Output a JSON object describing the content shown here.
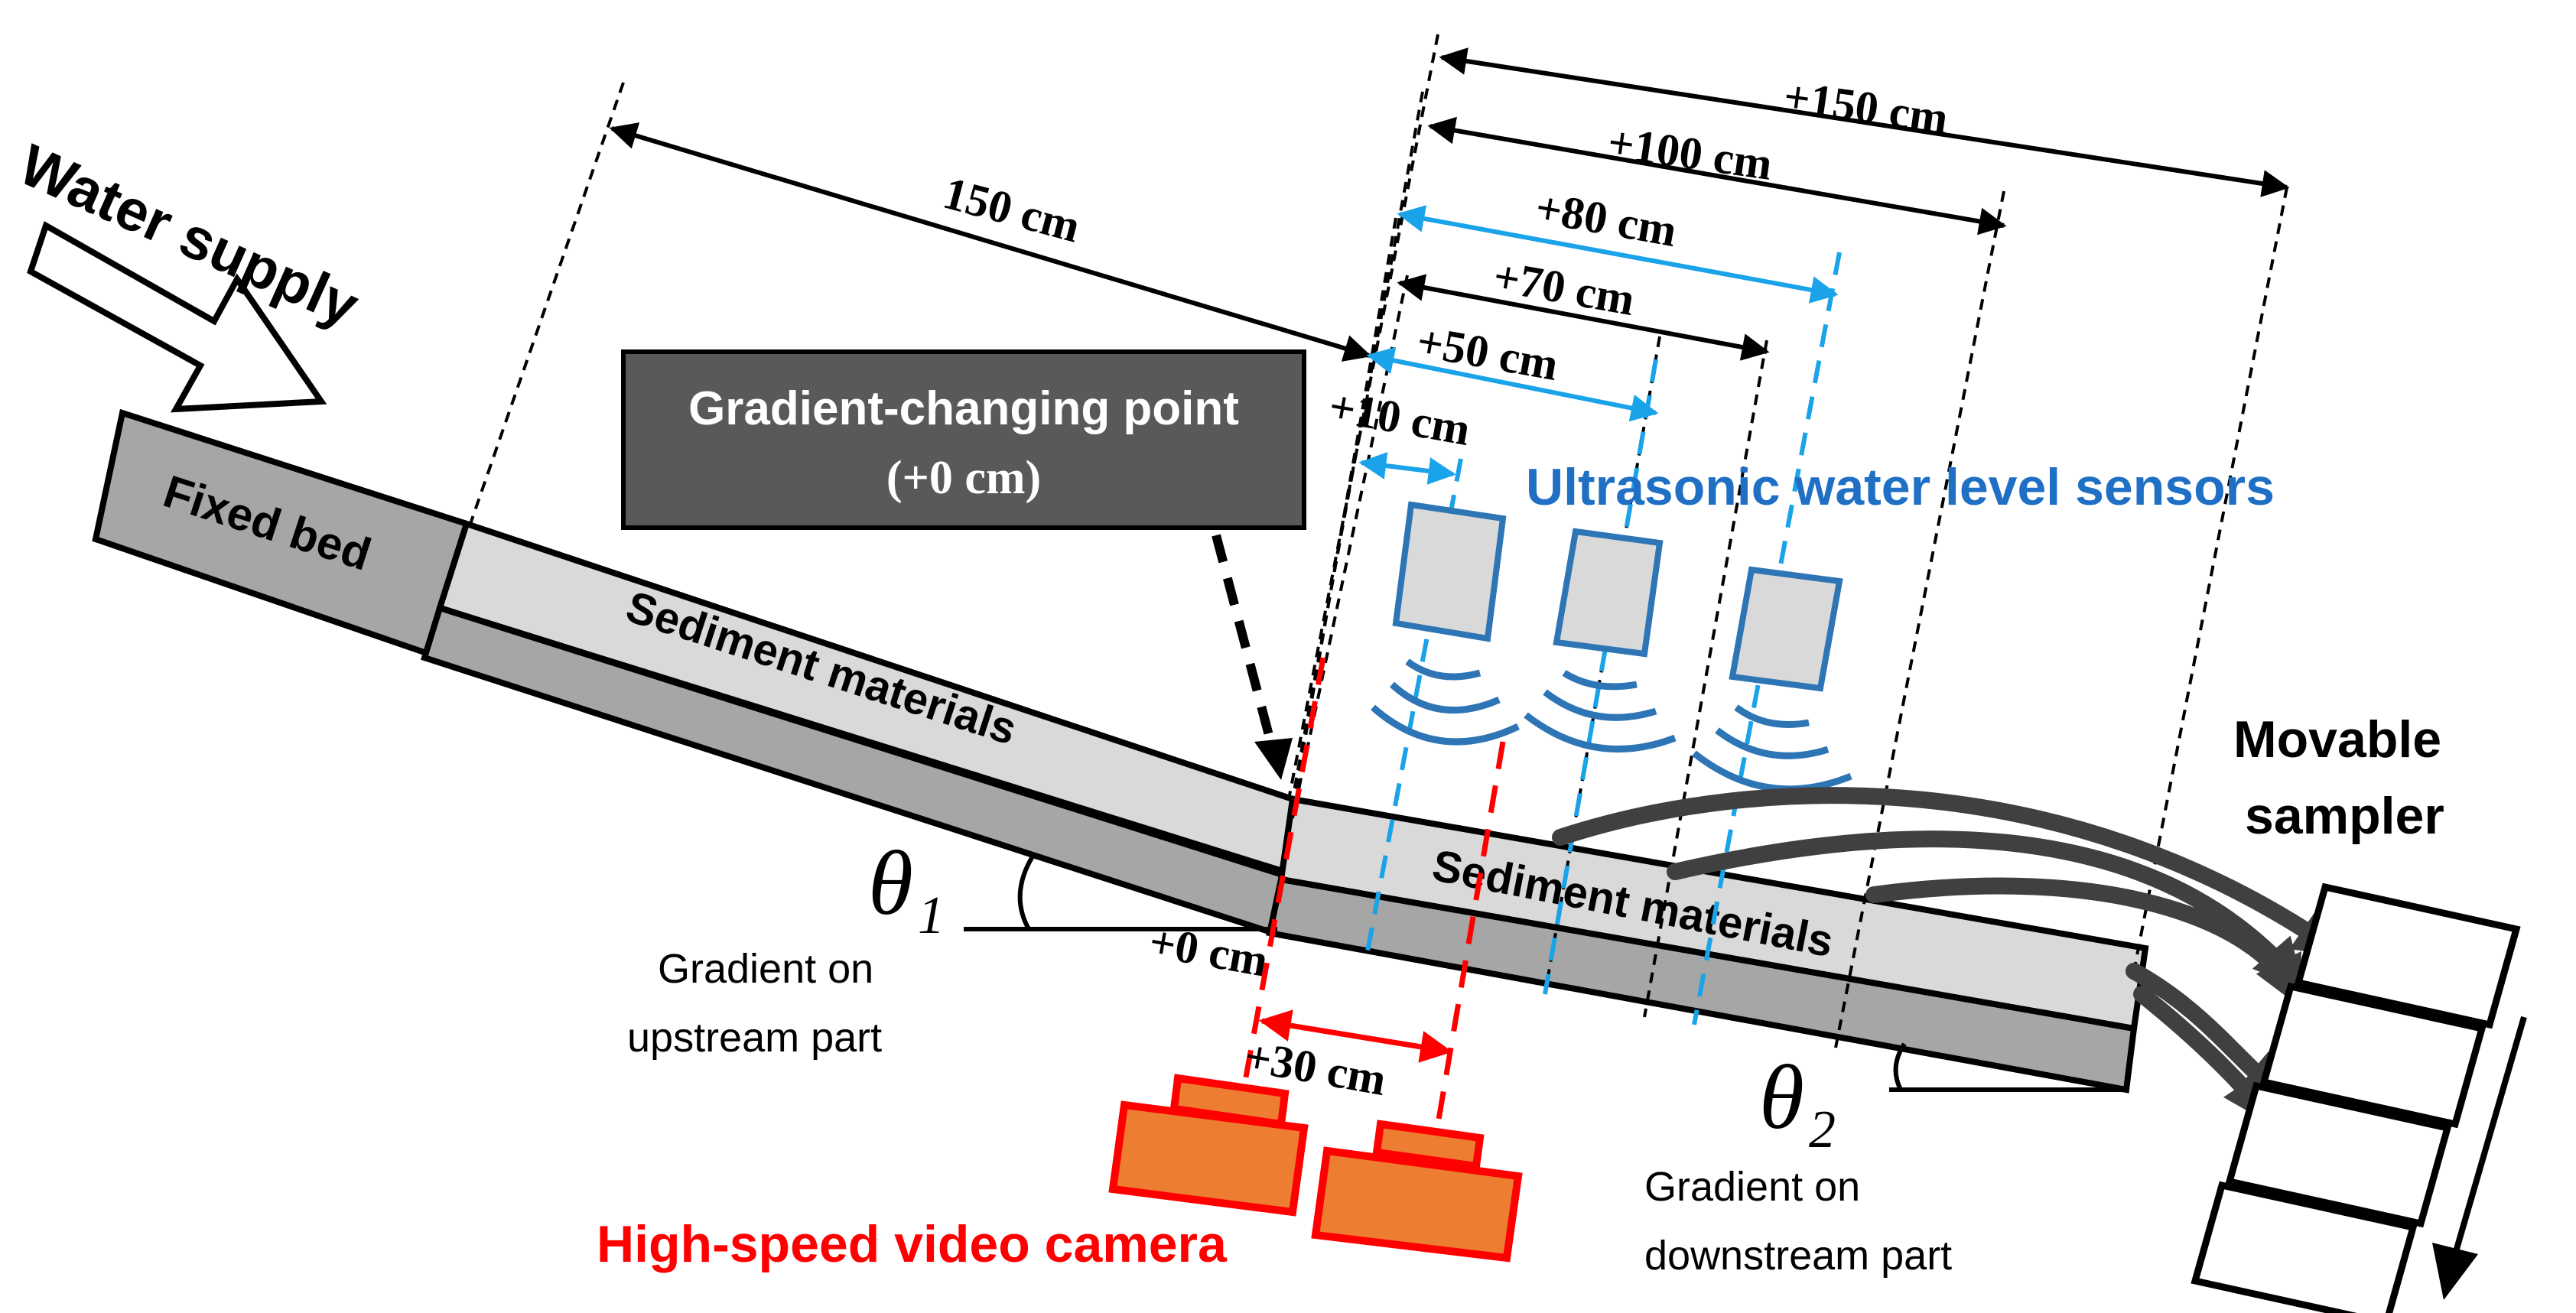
{
  "labels": {
    "water_supply": "Water supply",
    "fixed_bed": "Fixed bed",
    "sediment_upstream": "Sediment materials",
    "sediment_downstream": "Sediment materials",
    "gcp_title": "Gradient-changing point",
    "gcp_value": "(+0 cm)",
    "ultrasonic": "Ultrasonic water level sensors",
    "camera": "High-speed video camera",
    "movable_line1": "Movable",
    "movable_line2": "sampler",
    "theta1_symbol": "θ",
    "theta1_sub": "1",
    "theta2_symbol": "θ",
    "theta2_sub": "2",
    "grad_up_line1": "Gradient on",
    "grad_up_line2": "upstream part",
    "grad_down_line1": "Gradient on",
    "grad_down_line2": "downstream part"
  },
  "dimensions": {
    "d150": "150 cm",
    "p150": "+150 cm",
    "p100": "+100 cm",
    "p80": "+80 cm",
    "p70": "+70 cm",
    "p50": "+50 cm",
    "p10": "+10 cm",
    "p0": "+0 cm",
    "p30": "+30 cm"
  },
  "colors": {
    "black": "#000000",
    "light_gray": "#d9d9d9",
    "mid_gray": "#a6a6a6",
    "dark_box": "#595959",
    "blue_sensor": "#2e75b6",
    "cyan_dim": "#1aa3e8",
    "red": "#ff0000",
    "orange": "#ed7d31",
    "arrow_gray": "#404040"
  }
}
